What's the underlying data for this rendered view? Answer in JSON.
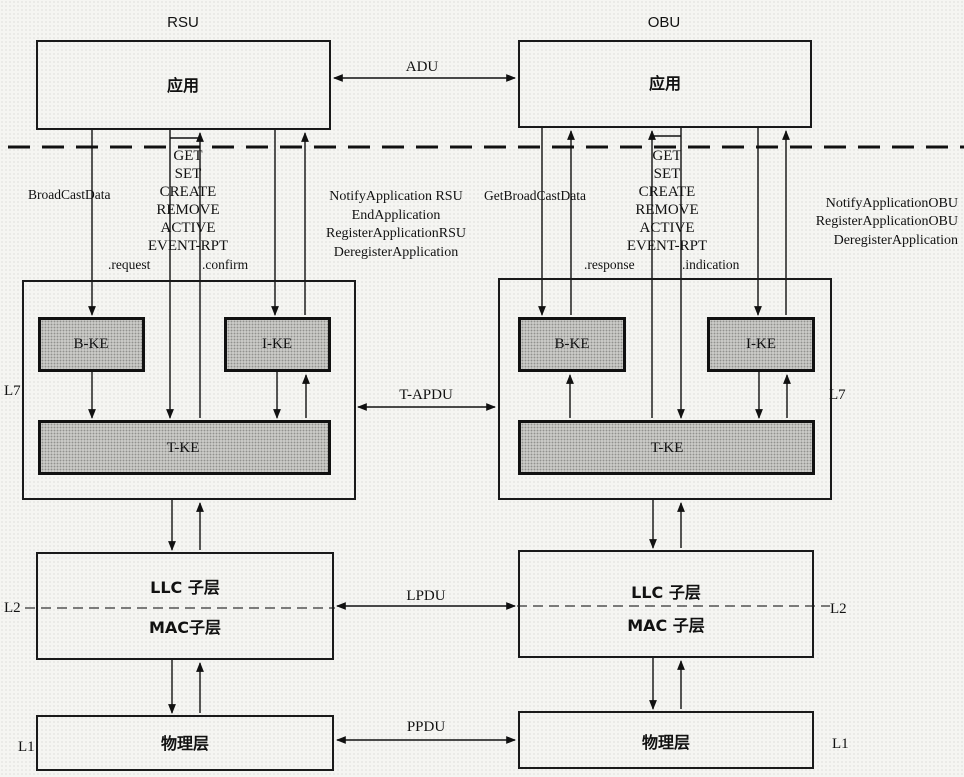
{
  "rsu": {
    "header": "RSU",
    "app": "应用",
    "bke": "B-KE",
    "ike": "I-KE",
    "tke": "T-KE",
    "llc": "LLC 子层",
    "mac": "MAC子层",
    "phy": "物理层",
    "broadcast": "BroadCastData",
    "primitives": [
      "GET",
      "SET",
      "CREATE",
      "REMOVE",
      "ACTIVE",
      "EVENT-RPT"
    ],
    "request": ".request",
    "confirm": ".confirm",
    "notify": [
      "NotifyApplication RSU",
      "EndApplication",
      "RegisterApplicationRSU",
      "DeregisterApplication"
    ],
    "l7": "L7",
    "l2": "L2",
    "l1": "L1"
  },
  "obu": {
    "header": "OBU",
    "app": "应用",
    "bke": "B-KE",
    "ike": "I-KE",
    "tke": "T-KE",
    "llc": "LLC 子层",
    "mac": "MAC 子层",
    "phy": "物理层",
    "broadcast": "GetBroadCastData",
    "primitives": [
      "GET",
      "SET",
      "CREATE",
      "REMOVE",
      "ACTIVE",
      "EVENT-RPT"
    ],
    "response": ".response",
    "indication": ".indication",
    "notify": [
      "NotifyApplicationOBU",
      "RegisterApplicationOBU",
      "DeregisterApplication"
    ],
    "l7": "L7",
    "l2": "L2",
    "l1": "L1"
  },
  "links": {
    "adu": "ADU",
    "tapdu": "T-APDU",
    "lpdu": "LPDU",
    "ppdu": "PPDU"
  }
}
